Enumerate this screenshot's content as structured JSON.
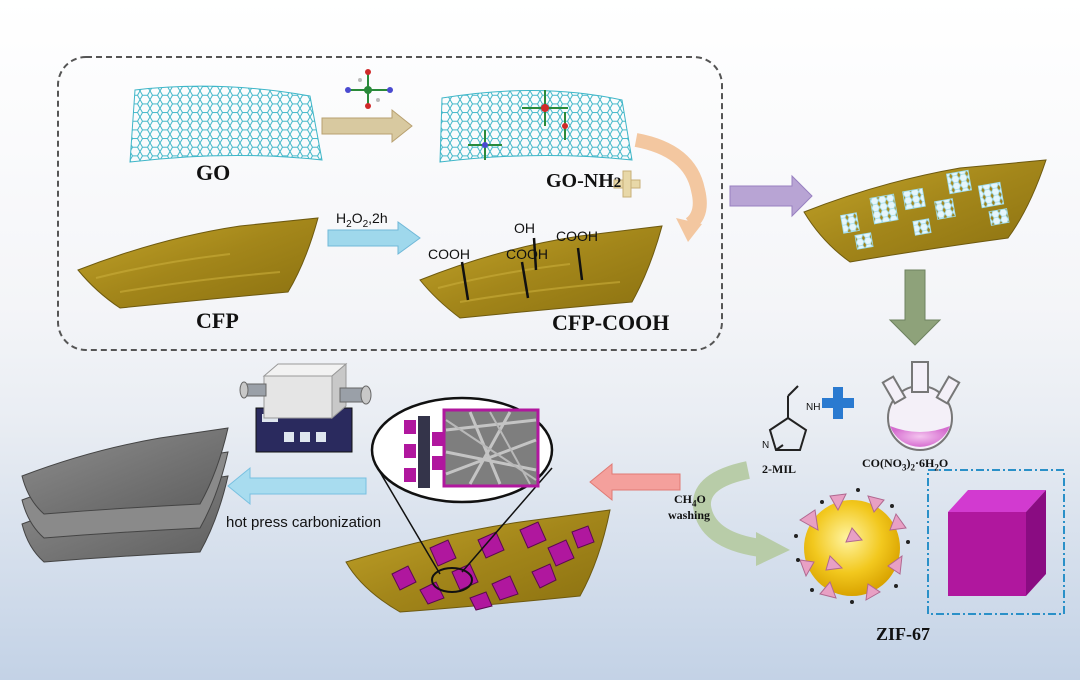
{
  "labels": {
    "go": "GO",
    "go_nh2": "GO-NH",
    "go_nh2_sub": "2",
    "cfp": "CFP",
    "cfp_cooh": "CFP-COOH",
    "h2o2": "H",
    "h2o2_a": "2",
    "h2o2_b": "O",
    "h2o2_c": "2",
    "h2o2_d": ",2h",
    "cooh_1": "COOH",
    "cooh_2": "COOH",
    "cooh_3": "COOH",
    "oh": "OH",
    "mil": "2-MIL",
    "nh": "NH",
    "n": "N",
    "co_salt_a": "CO(NO",
    "co_salt_b": "3",
    "co_salt_c": ")",
    "co_salt_d": "2",
    "co_salt_e": "·6H",
    "co_salt_f": "2",
    "co_salt_g": "O",
    "ch4o_a": "CH",
    "ch4o_b": "4",
    "ch4o_c": "O",
    "washing": "washing",
    "zif67": "ZIF-67",
    "hot_press": "hot press carbonization"
  },
  "colors": {
    "graphene": "#3fb6c8",
    "paper": "#a88a1a",
    "zif_cube": "#b0179e",
    "zif_sphere": "#f2c81e",
    "arrow_purple": "#a890c8",
    "arrow_green": "#8ea27a",
    "arrow_red": "#f08a8a",
    "arrow_blue": "#8fd0ec"
  }
}
